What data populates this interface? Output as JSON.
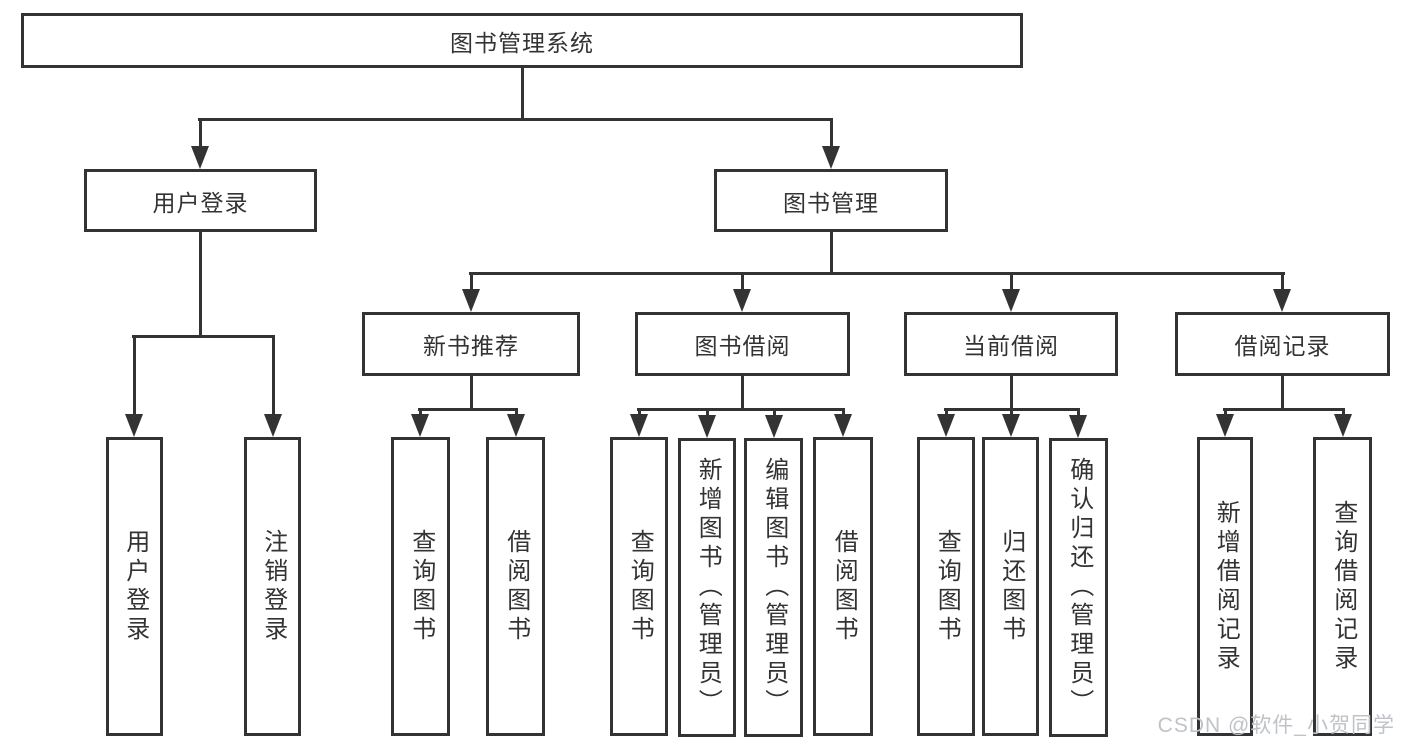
{
  "diagram_title": "图书管理系统",
  "tree": {
    "label": "图书管理系统",
    "children": [
      {
        "label": "用户登录",
        "children": [
          {
            "label": "用户登录"
          },
          {
            "label": "注销登录"
          }
        ]
      },
      {
        "label": "图书管理",
        "children": [
          {
            "label": "新书推荐",
            "children": [
              {
                "label": "查询图书"
              },
              {
                "label": "借阅图书"
              }
            ]
          },
          {
            "label": "图书借阅",
            "children": [
              {
                "label": "查询图书"
              },
              {
                "label": "新增图书（管理员）"
              },
              {
                "label": "编辑图书（管理员）"
              },
              {
                "label": "借阅图书"
              }
            ]
          },
          {
            "label": "当前借阅",
            "children": [
              {
                "label": "查询图书"
              },
              {
                "label": "归还图书"
              },
              {
                "label": "确认归还（管理员）"
              }
            ]
          },
          {
            "label": "借阅记录",
            "children": [
              {
                "label": "新增借阅记录"
              },
              {
                "label": "查询借阅记录"
              }
            ]
          }
        ]
      }
    ]
  },
  "watermark": "CSDN @软件_小贺同学",
  "colors": {
    "line": "#333333",
    "box_background": "#ffffff",
    "text": "#333333",
    "watermark": "#bfc3c7"
  }
}
